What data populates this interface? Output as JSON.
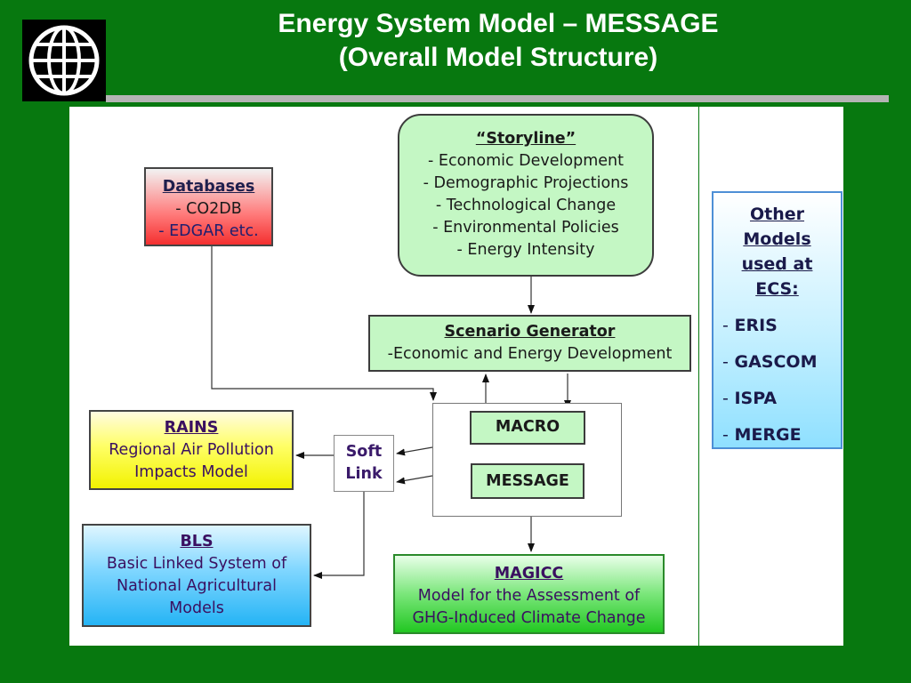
{
  "title": {
    "line1": "Energy System Model – MESSAGE",
    "line2": "(Overall Model Structure)"
  },
  "logo_icon": "globe-grid-icon",
  "databases": {
    "heading": "Databases",
    "items": [
      "- CO2DB",
      "- EDGAR etc."
    ]
  },
  "storyline": {
    "heading": "“Storyline”",
    "items": [
      "- Economic Development",
      "- Demographic Projections",
      "- Technological Change",
      "- Environmental Policies",
      "- Energy Intensity"
    ]
  },
  "scenario_generator": {
    "heading": "Scenario Generator",
    "text": "-Economic and Energy Development"
  },
  "macro": {
    "label": "MACRO"
  },
  "message": {
    "label": "MESSAGE"
  },
  "soft_link": {
    "line1": "Soft",
    "line2": "Link"
  },
  "rains": {
    "heading": "RAINS",
    "lines": [
      "Regional Air Pollution",
      "Impacts Model"
    ]
  },
  "bls": {
    "heading": "BLS",
    "lines": [
      "Basic Linked System of",
      "National Agricultural",
      "Models"
    ]
  },
  "magicc": {
    "heading": "MAGICC",
    "lines": [
      "Model for the Assessment of",
      "GHG-Induced Climate Change"
    ]
  },
  "other_models": {
    "heading": [
      "Other",
      "Models",
      "used at",
      "ECS:"
    ],
    "items": [
      "ERIS",
      "GASCOM",
      "ISPA",
      "MERGE"
    ],
    "dash": "-"
  },
  "colors": {
    "background": "#07780f",
    "title_text": "#ffffff",
    "rule": "#b4b4b4",
    "box_green": "#c4f7c4"
  }
}
